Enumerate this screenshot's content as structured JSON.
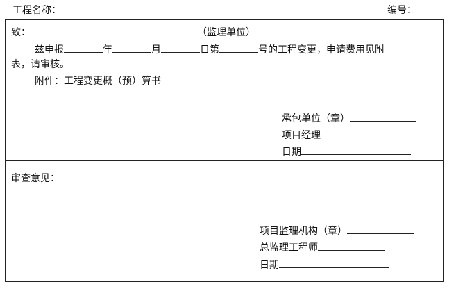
{
  "header": {
    "project_name_label": "工程名称：",
    "serial_label": "编号："
  },
  "section1": {
    "to_label": "致：",
    "supervisor_unit": "（监理单位）",
    "body_prefix": "兹申报",
    "year": "年",
    "month": "月",
    "day_prefix": "日第",
    "body_suffix": "号的工程变更，申请费用见附",
    "body_line2": "表，请审核。",
    "attachment": "附件：工程变更概（预）算书",
    "contractor_label": "承包单位（章）",
    "manager_label": "项目经理",
    "date_label": "日期"
  },
  "section2": {
    "opinion_label": "审查意见：",
    "institution_label": "项目监理机构（章）",
    "chief_label": "总监理工程师",
    "date_label": "日期"
  }
}
